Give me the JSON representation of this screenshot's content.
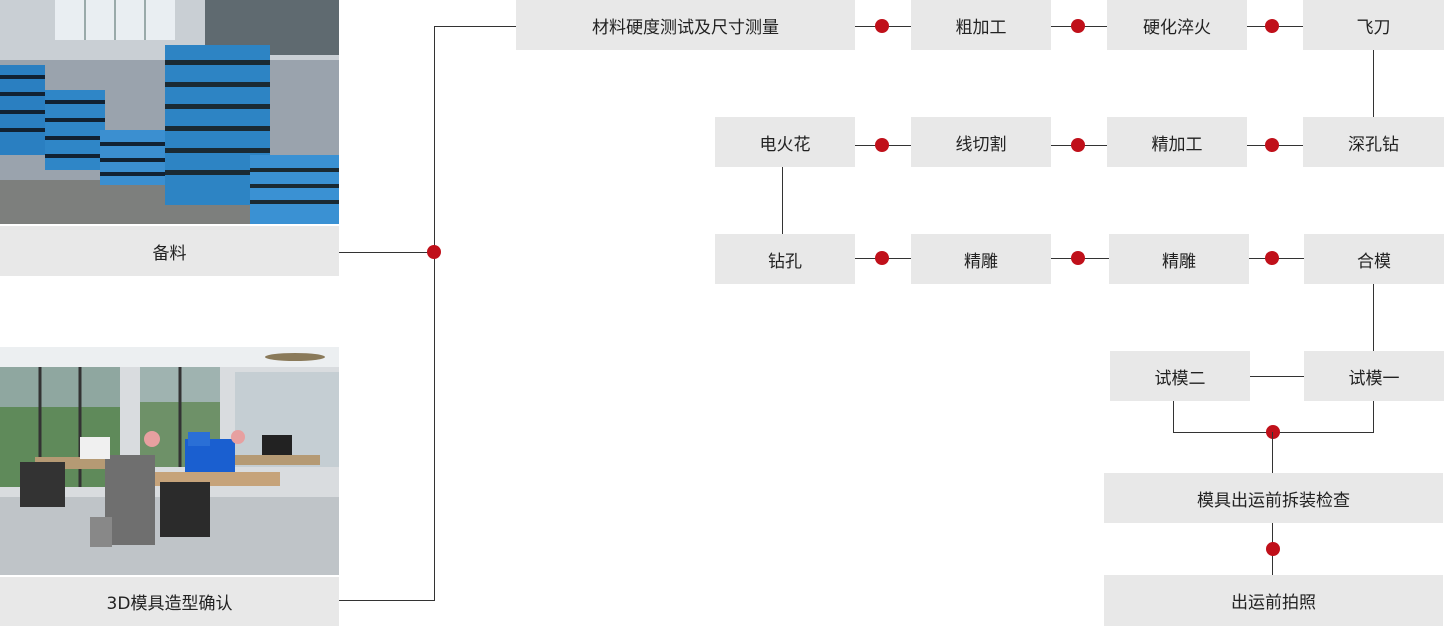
{
  "colors": {
    "box_bg": "#e8e8e8",
    "line": "#333333",
    "dot": "#c0101a"
  },
  "left": {
    "material_photo": "steel-plates-photo",
    "material_label": "备料",
    "office_photo": "design-office-photo",
    "design_label": "3D模具造型确认"
  },
  "row1": [
    "材料硬度测试及尺寸测量",
    "粗加工",
    "硬化淬火",
    "飞刀"
  ],
  "row2": [
    "电火花",
    "线切割",
    "精加工",
    "深孔钻"
  ],
  "row3": [
    "钻孔",
    "精雕",
    "精雕",
    "合模"
  ],
  "trial": [
    "试模二",
    "试模一"
  ],
  "final": [
    "模具出运前拆装检查",
    "出运前拍照"
  ]
}
